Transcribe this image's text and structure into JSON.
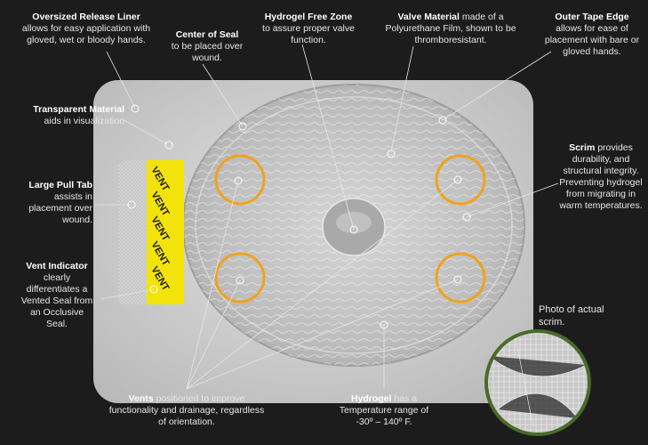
{
  "labels": {
    "oversized": {
      "title": "Oversized Release Liner",
      "body": "allows for easy application with gloved, wet or bloody hands."
    },
    "center_seal": {
      "title": "Center of Seal",
      "body": "to be placed over wound."
    },
    "hydrogel_free": {
      "title": "Hydrogel Free Zone",
      "body": "to assure proper valve function."
    },
    "valve": {
      "title": "Valve Material",
      "body": "made of a Polyurethane Film, shown to be thromboresistant."
    },
    "outer_tape": {
      "title": "Outer Tape Edge",
      "body": "allows for ease of placement with bare or gloved hands."
    },
    "transparent": {
      "title": "Transparent Material",
      "body": "aids in visualization"
    },
    "pull_tab": {
      "title": "Large Pull Tab",
      "body": "assists in placement over wound."
    },
    "vent_indicator": {
      "title": "Vent Indicator",
      "body": "clearly differentiates a Vented Seal from an Occlusive Seal."
    },
    "scrim": {
      "title": "Scrim",
      "body": "provides durability, and structural integrity. Preventing hydrogel from migrating in warm temperatures."
    },
    "vents": {
      "title": "Vents",
      "body": "positioned to improve functionality and drainage, regardless of orientation."
    },
    "hydrogel": {
      "title": "Hydrogel",
      "body": "has a Temperature range of -30º – 140º F."
    }
  },
  "scrim_photo_caption": "Photo of actual scrim.",
  "tab_text": "VENT",
  "colors": {
    "background": "#1c1c1c",
    "liner": "#c9c9c9",
    "vent_ring": "#f0a21c",
    "tab_yellow": "#f2e40a",
    "scrim_border": "#4a6a2a"
  }
}
